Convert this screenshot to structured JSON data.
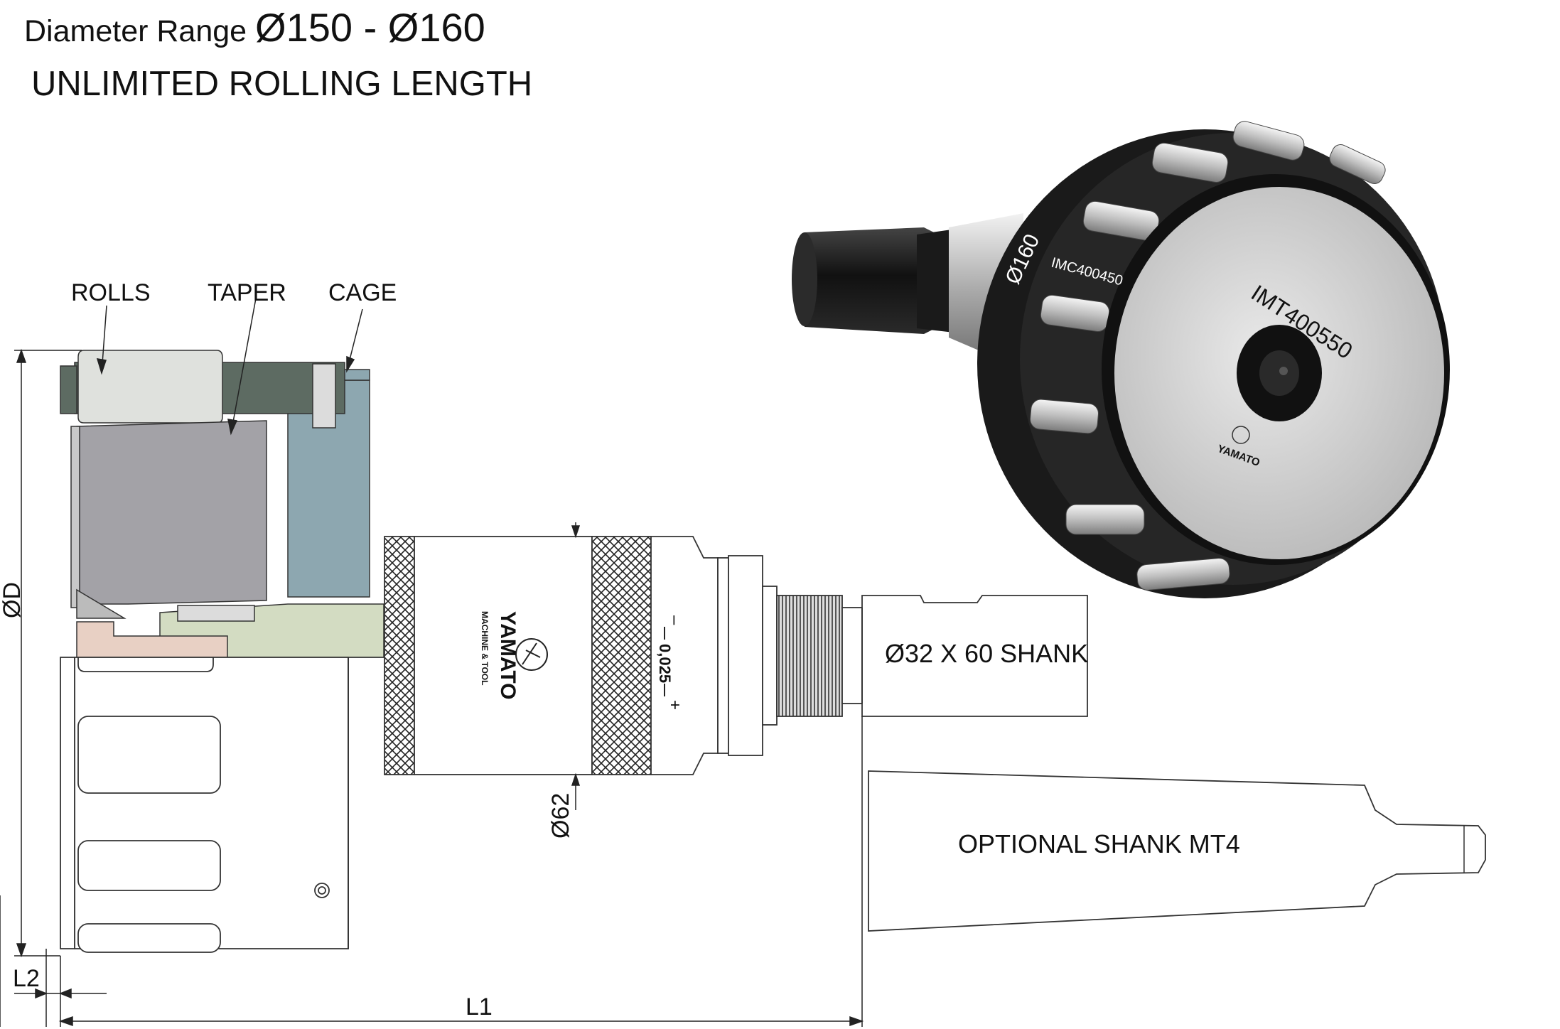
{
  "header": {
    "diameter_prefix": "Diameter Range",
    "diameter_value": "Ø150 - Ø160",
    "subtitle": "UNLIMITED ROLLING LENGTH"
  },
  "callouts": {
    "rolls": "ROLLS",
    "taper": "TAPER",
    "cage": "CAGE"
  },
  "dimensions": {
    "od": "ØD",
    "d62": "Ø62",
    "l1": "L1",
    "l2": "L2",
    "adjust_step": "0,025",
    "adjust_minus": "–",
    "adjust_plus": "+"
  },
  "shanks": {
    "standard": "Ø32 X 60 SHANK",
    "optional": "OPTIONAL SHANK MT4"
  },
  "branding": {
    "brand": "YAMATO",
    "brand_tagline": "MACHINE & TOOL",
    "render_size": "Ø160",
    "cage_code": "IMC400450",
    "tool_code": "IMT400550"
  },
  "colors": {
    "rolls": "#dfe1dd",
    "taper": "#a3a2a7",
    "cage": "#5d6b62",
    "housing": "#8da7b0",
    "mandrel": "#d3dcc2",
    "bushing": "#e8d0c4",
    "dim_line": "#222222"
  }
}
